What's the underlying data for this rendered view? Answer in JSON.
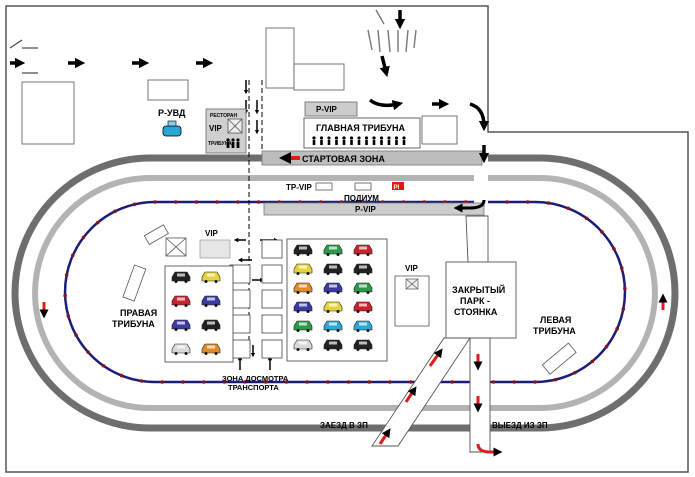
{
  "map": {
    "labels": {
      "p_uvd": "Р-УВД",
      "restaurant": "РЕСТОРАН",
      "vip": "VIP",
      "tribune_small": "ТРИБУНА",
      "p_vip_top": "Р-VIP",
      "main_tribune": "ГЛАВНАЯ ТРИБУНА",
      "start_zone": "СТАРТОВАЯ ЗОНА",
      "tp_vip": "ТР-VIP",
      "podium": "ПОДИУМ",
      "p_vip_mid": "Р-VIP",
      "vip_infield": "VIP",
      "vip_right": "VIP",
      "right_tribune_1": "ПРАВАЯ",
      "right_tribune_2": "ТРИБУНА",
      "inspection_1": "ЗОНА ДОСМОТРА",
      "inspection_2": "ТРАНСПОРТА",
      "closed_park_1": "ЗАКРЫТЫЙ",
      "closed_park_2": "ПАРК -",
      "closed_park_3": "СТОЯНКА",
      "left_tribune_1": "ЛЕВАЯ",
      "left_tribune_2": "ТРИБУНА",
      "entry_zp": "ЗАЕЗД В ЗП",
      "exit_zp": "ВЫЕЗД ИЗ ЗП",
      "pi_badge": "PI"
    },
    "icons": [
      "arrow-right-icon",
      "arrow-down-icon",
      "arrow-left-icon",
      "arrow-up-icon",
      "car-icon",
      "people-icon",
      "police-car-icon",
      "closed-box-icon"
    ],
    "colors": {
      "track_outer": "#707070",
      "track_inner": "#b0b0b0",
      "racing_line": "#1c1c7a",
      "marker": "#8a1414",
      "direction_arrow": "#e01b1b",
      "p_vip_fill": "#cccccc"
    }
  }
}
